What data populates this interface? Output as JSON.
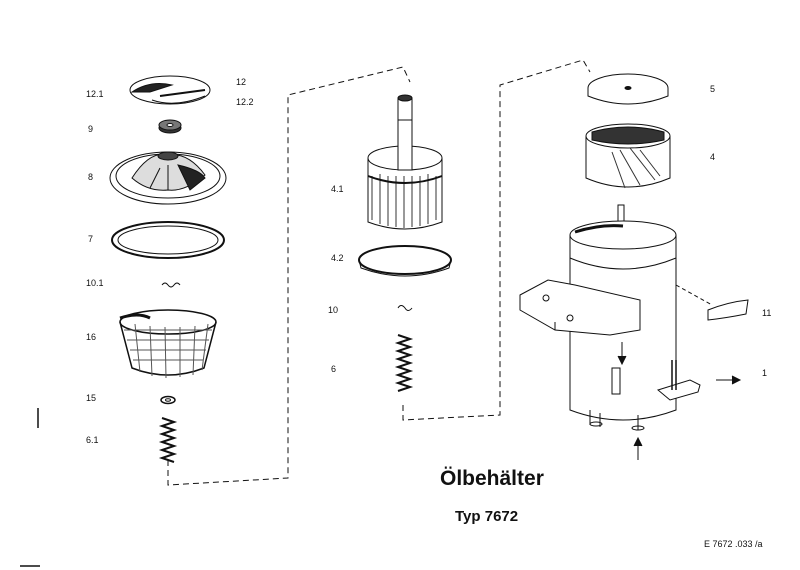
{
  "title": "Ölbehälter",
  "subtitle": "Typ 7672",
  "reference": "E 7672 .033 /a",
  "labels": {
    "l12_1": "12.1",
    "l12": "12",
    "l12_2": "12.2",
    "l9": "9",
    "l8": "8",
    "l7": "7",
    "l10_1": "10.1",
    "l16": "16",
    "l15": "15",
    "l6_1": "6.1",
    "l4_1": "4.1",
    "l4_2": "4.2",
    "l10": "10",
    "l6": "6",
    "l5": "5",
    "l4": "4",
    "l11": "11",
    "l1": "1"
  }
}
